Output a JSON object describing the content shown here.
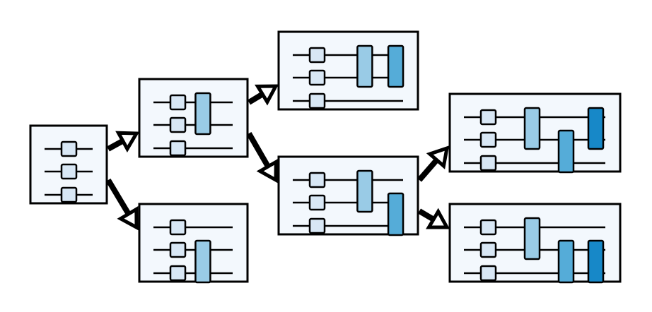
{
  "colors": {
    "background": "#ffffff",
    "box_fill": "#f3f8fd",
    "stroke": "#000000",
    "single_gate": "#d8e7f5",
    "gate_tier_1": "#99cbe6",
    "gate_tier_2": "#55acd8",
    "gate_tier_3": "#1788c8"
  },
  "diagram": {
    "nodes": [
      {
        "id": "n1",
        "wires": 3,
        "gates": []
      },
      {
        "id": "n2a",
        "wires": 3,
        "gates": [
          {
            "tier": 1,
            "wires": [
              0,
              1
            ]
          }
        ]
      },
      {
        "id": "n2b",
        "wires": 3,
        "gates": [
          {
            "tier": 1,
            "wires": [
              1,
              2
            ]
          }
        ]
      },
      {
        "id": "n3a",
        "wires": 3,
        "gates": [
          {
            "tier": 1,
            "wires": [
              0,
              1
            ]
          },
          {
            "tier": 2,
            "wires": [
              0,
              1
            ]
          }
        ]
      },
      {
        "id": "n3b",
        "wires": 3,
        "gates": [
          {
            "tier": 1,
            "wires": [
              0,
              1
            ]
          },
          {
            "tier": 2,
            "wires": [
              1,
              2
            ]
          }
        ]
      },
      {
        "id": "n4a",
        "wires": 3,
        "gates": [
          {
            "tier": 1,
            "wires": [
              0,
              1
            ]
          },
          {
            "tier": 2,
            "wires": [
              1,
              2
            ]
          },
          {
            "tier": 3,
            "wires": [
              0,
              1
            ]
          }
        ]
      },
      {
        "id": "n4b",
        "wires": 3,
        "gates": [
          {
            "tier": 1,
            "wires": [
              0,
              1
            ]
          },
          {
            "tier": 2,
            "wires": [
              1,
              2
            ]
          },
          {
            "tier": 3,
            "wires": [
              1,
              2
            ]
          }
        ]
      }
    ],
    "edges": [
      {
        "from": "n1",
        "to": "n2a"
      },
      {
        "from": "n1",
        "to": "n2b"
      },
      {
        "from": "n2a",
        "to": "n3a"
      },
      {
        "from": "n2a",
        "to": "n3b"
      },
      {
        "from": "n3b",
        "to": "n4a"
      },
      {
        "from": "n3b",
        "to": "n4b"
      }
    ]
  }
}
